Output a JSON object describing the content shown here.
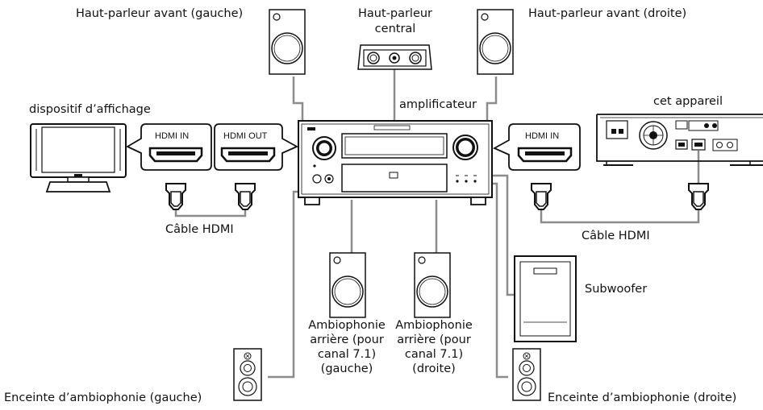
{
  "labels": {
    "front_left": "Haut-parleur avant (gauche)",
    "center_line1": "Haut-parleur",
    "center_line2": "central",
    "front_right": "Haut-parleur avant (droite)",
    "display": "dispositif d’affichage",
    "amplifier": "amplificateur",
    "this_unit": "cet appareil",
    "hdmi_cable_left": "Câble HDMI",
    "hdmi_cable_right": "Câble HDMI",
    "subwoofer": "Subwoofer",
    "rear_left_l1": "Ambiophonie",
    "rear_left_l2": "arrière (pour",
    "rear_left_l3": "canal 7.1)",
    "rear_left_l4": "(gauche)",
    "rear_right_l1": "Ambiophonie",
    "rear_right_l2": "arrière (pour",
    "rear_right_l3": "canal 7.1)",
    "rear_right_l4": "(droite)",
    "surround_left": "Enceinte d’ambiophonie (gauche)",
    "surround_right": "Enceinte d’ambiophonie (droite)"
  },
  "ports": {
    "display_port": "HDMI IN",
    "amp_out_port": "HDMI OUT",
    "amp_in_port": "HDMI IN"
  },
  "colors": {
    "line": "#111111",
    "wire": "#8c8c8c"
  }
}
